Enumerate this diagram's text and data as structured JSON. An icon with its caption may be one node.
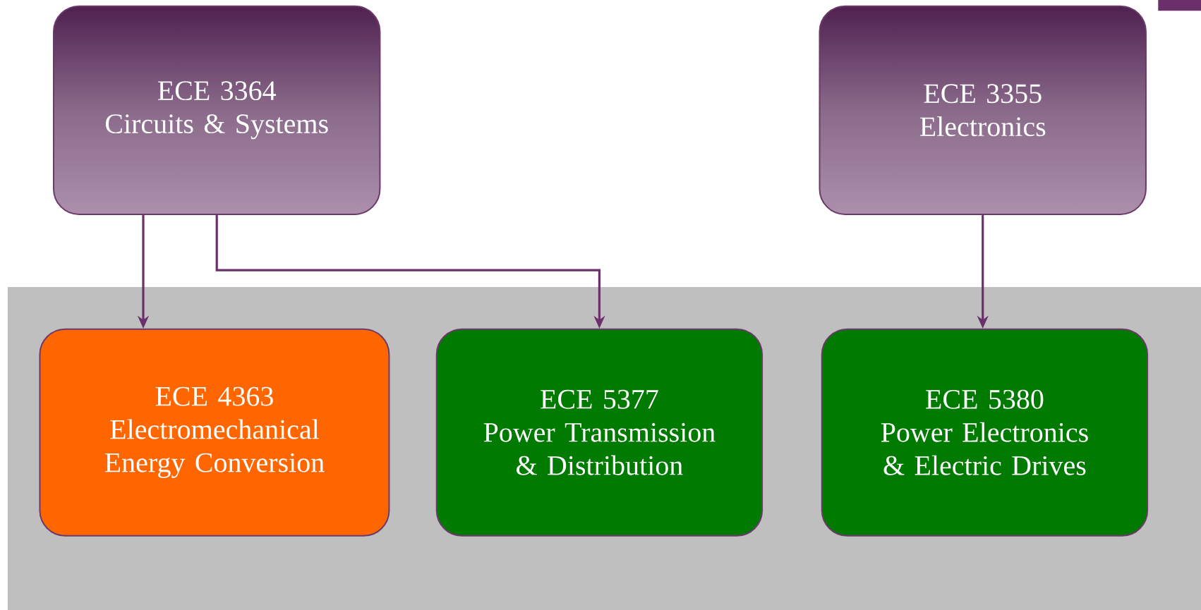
{
  "diagram": {
    "nodes": [
      {
        "text": [
          "ECE 3364",
          "Circuits & Systems"
        ]
      },
      {
        "text": [
          "ECE 3355",
          "Electronics"
        ]
      },
      {
        "text": [
          "ECE 4363",
          "Electromechanical Energy Conversion"
        ]
      },
      {
        "text": [
          "ECE 5377",
          "Power Transmission & Distribution"
        ]
      },
      {
        "text": [
          "ECE 5380",
          "Power Electronics & Electric Drives"
        ]
      }
    ],
    "edges": [
      {
        "from": 0,
        "to": 2,
        "arrow": "to"
      },
      {
        "from": 0,
        "to": 3,
        "arrow": "to"
      },
      {
        "from": 1,
        "to": 4,
        "arrow": "to"
      }
    ]
  }
}
